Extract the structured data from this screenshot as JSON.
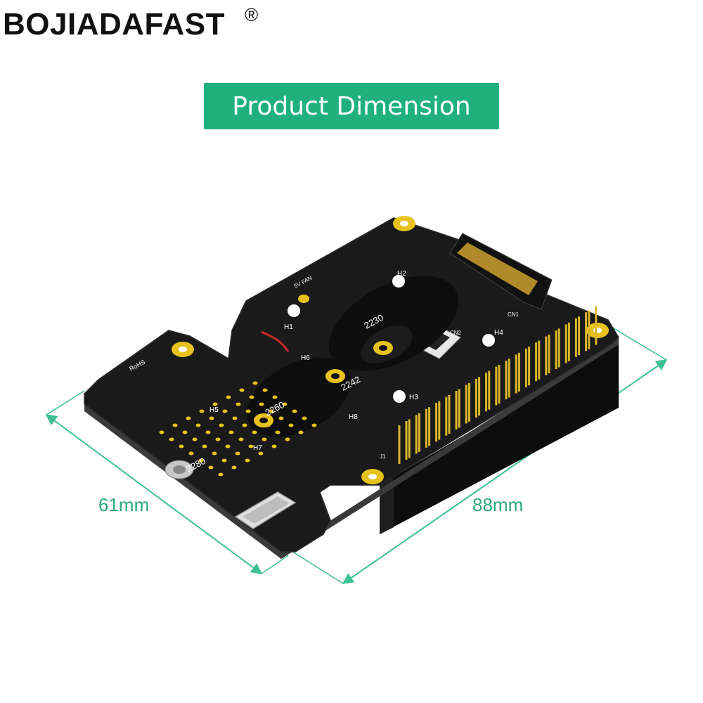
{
  "brand": {
    "name": "BOJIADAFAST",
    "registered_mark": "®"
  },
  "banner": {
    "title": "Product Dimension"
  },
  "dimensions": {
    "width_label": "61mm",
    "length_label": "88mm"
  },
  "board_text": {
    "ssd_sizes": [
      "2230",
      "2242",
      "2260",
      "2280"
    ],
    "holes": [
      "H1",
      "H2",
      "H3",
      "H4",
      "H5",
      "H6",
      "H7",
      "H8"
    ],
    "connectors": [
      "CN1",
      "CN2",
      "J1"
    ],
    "fan_label": "5V FAN",
    "rohs": "RoHS"
  },
  "colors": {
    "accent": "#1fb07e",
    "dimension_lines": "#3fbf94",
    "pcb": "#1a1a1a",
    "gold": "#e8c21c"
  }
}
